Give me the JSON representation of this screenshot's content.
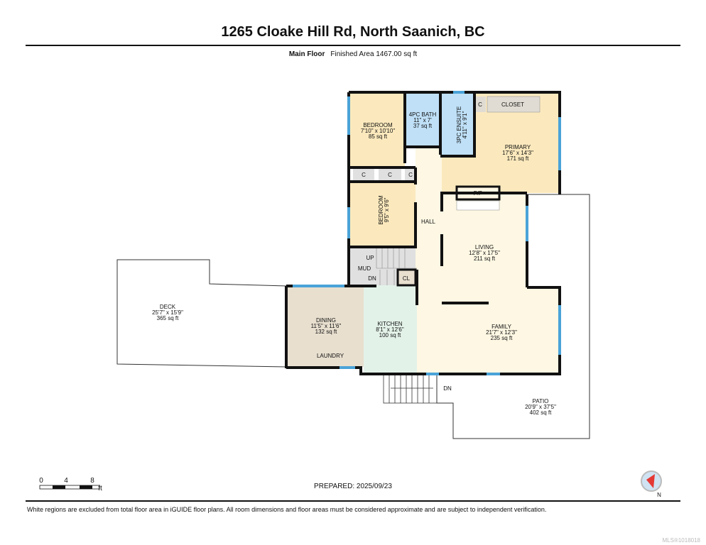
{
  "header": {
    "title": "1265 Cloake Hill Rd, North Saanich, BC",
    "floor": "Main Floor",
    "finished_area": "Finished Area 1467.00 sq ft"
  },
  "rooms": {
    "bedroom1": {
      "name": "BEDROOM",
      "dims": "7'10\" x 10'10\"",
      "area": "85 sq ft"
    },
    "bath": {
      "name": "4PC BATH",
      "dims": "11\" x 7'",
      "area": "37 sq ft"
    },
    "ensuite": {
      "name": "3PC ENSUITE",
      "dims": "4'11\" x 9'1\""
    },
    "closet": "CLOSET",
    "c": "C",
    "primary": {
      "name": "PRIMARY",
      "dims": "17'6\" x 14'3\"",
      "area": "171 sq ft"
    },
    "bedroom2": {
      "name": "BEDROOM",
      "dims": "9'5\" x 9'6\""
    },
    "hall": "HALL",
    "fp": "F/P",
    "living": {
      "name": "LIVING",
      "dims": "12'8\" x 17'5\"",
      "area": "211 sq ft"
    },
    "up": "UP",
    "mud": "MUD",
    "dn": "DN",
    "cl": "CL",
    "deck": {
      "name": "DECK",
      "dims": "25'7\" x 15'9\"",
      "area": "365 sq ft"
    },
    "dining": {
      "name": "DINING",
      "dims": "11'5\" x 11'6\"",
      "area": "132 sq ft"
    },
    "laundry": "LAUNDRY",
    "kitchen": {
      "name": "KITCHEN",
      "dims": "8'1\" x 12'6\"",
      "area": "100 sq ft"
    },
    "family": {
      "name": "FAMILY",
      "dims": "21'7\" x 12'3\"",
      "area": "235 sq ft"
    },
    "patio": {
      "name": "PATIO",
      "dims": "20'9\" x 37'5\"",
      "area": "402 sq ft"
    }
  },
  "scale": {
    "ticks": [
      "0",
      "4",
      "8"
    ],
    "unit": "ft"
  },
  "compass": {
    "label": "N"
  },
  "footer": {
    "prepared": "PREPARED: 2025/09/23",
    "disclaimer": "White regions are excluded from total floor area in iGUIDE floor plans. All room dimensions and floor areas must be considered approximate and are subject to independent verification.",
    "mls": "MLS®1018018"
  },
  "colors": {
    "bedroom": "#fbe9bd",
    "bath": "#bfe0f7",
    "living": "#fdf7e3",
    "kitchen": "#e3f2e9",
    "dining": "#e8dfcf",
    "utility": "#e0e0e0",
    "window": "#4aa3d8",
    "wall": "#111111"
  }
}
